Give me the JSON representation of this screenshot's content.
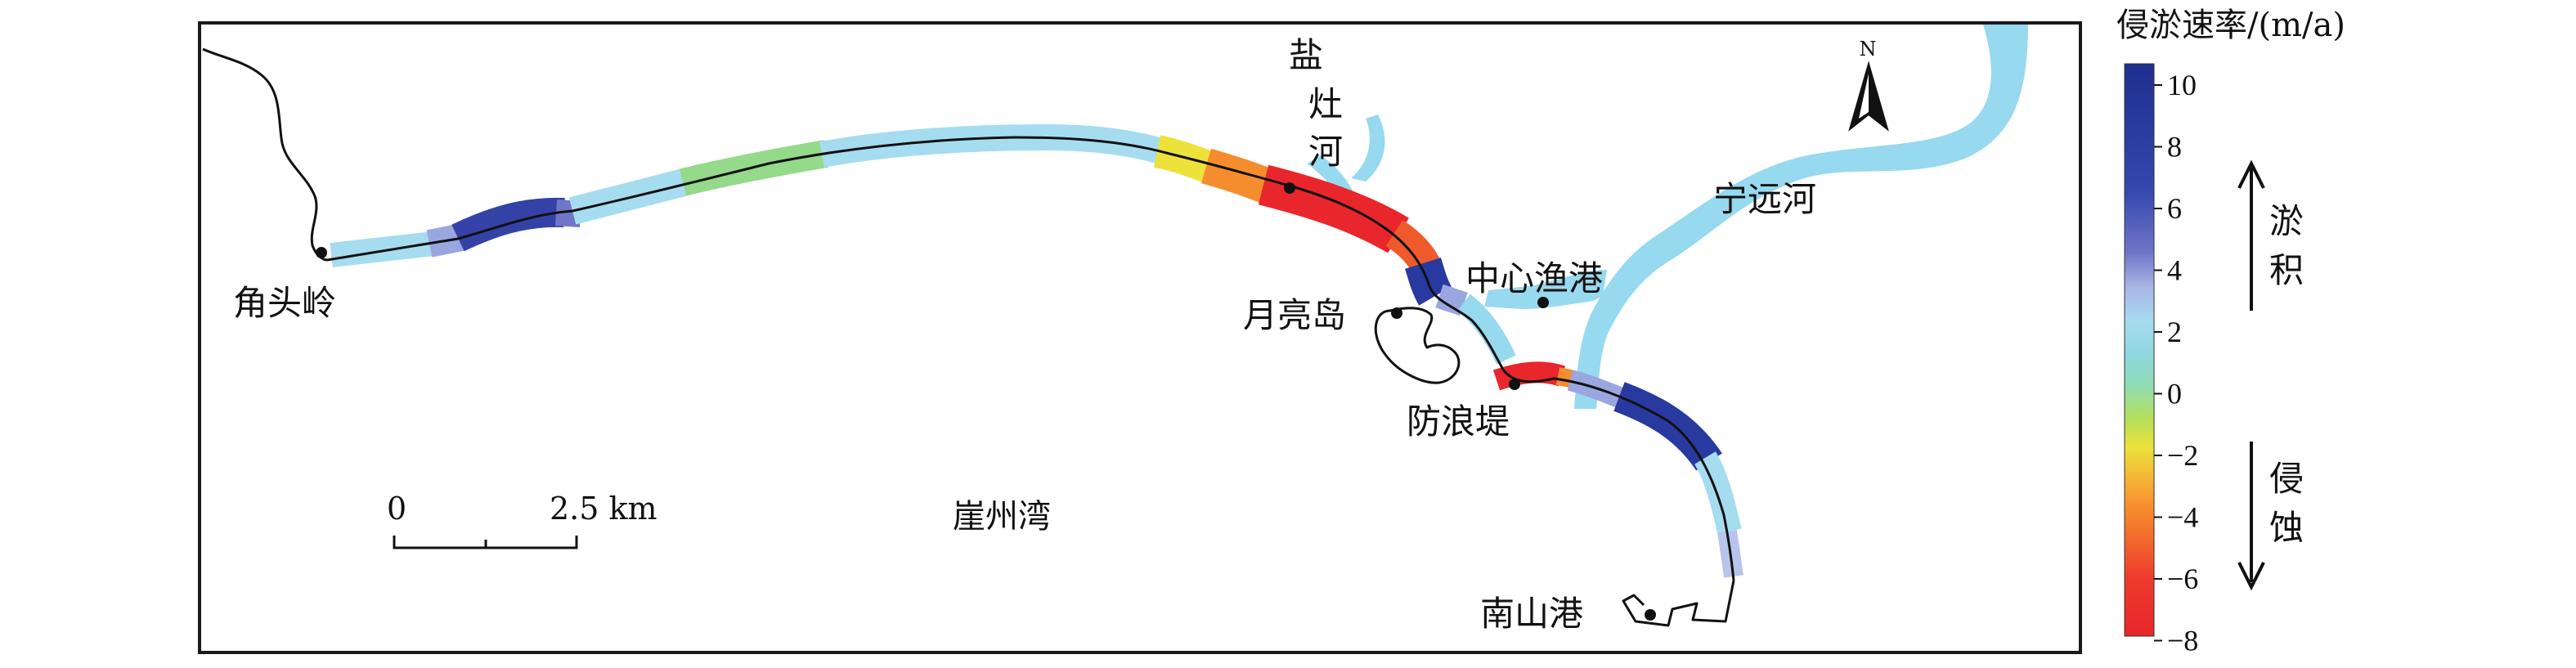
{
  "map": {
    "places": {
      "jiaotouling": "角头岭",
      "yanzaohe": "盐灶河",
      "yueliangdao": "月亮岛",
      "zhongxin": "中心渔港",
      "ningyuanhe": "宁远河",
      "fanglangdi": "防浪堤",
      "yazhouwan": "崖州湾",
      "nanshangang": "南山港"
    },
    "north_label": "N",
    "scalebar": {
      "start_label": "0",
      "end_label": "2.5 km"
    },
    "colors": {
      "river": "#97d9ef",
      "frame": "#1a1a1a",
      "shoreline": "#111111"
    }
  },
  "legend": {
    "title": "侵淤速率/(m/a)",
    "ticks": [
      "10",
      "8",
      "6",
      "4",
      "2",
      "0",
      "−2",
      "−4",
      "−6",
      "−8"
    ],
    "deposition_label": "淤积",
    "erosion_label": "侵蚀",
    "scale": [
      {
        "value": 10,
        "color": "#1f2f8f"
      },
      {
        "value": 6,
        "color": "#3347ad"
      },
      {
        "value": 4,
        "color": "#6f76c8"
      },
      {
        "value": 3,
        "color": "#a9b5e6"
      },
      {
        "value": 2,
        "color": "#a6dcf0"
      },
      {
        "value": 1,
        "color": "#8fd6dd"
      },
      {
        "value": 0,
        "color": "#8fdcb5"
      },
      {
        "value": -1,
        "color": "#b4e05c"
      },
      {
        "value": -2,
        "color": "#ece23a"
      },
      {
        "value": -3,
        "color": "#f5b136"
      },
      {
        "value": -4,
        "color": "#f68a2d"
      },
      {
        "value": -5,
        "color": "#f2632c"
      },
      {
        "value": -6,
        "color": "#ee3a2d"
      },
      {
        "value": -8,
        "color": "#e8262b"
      }
    ]
  }
}
